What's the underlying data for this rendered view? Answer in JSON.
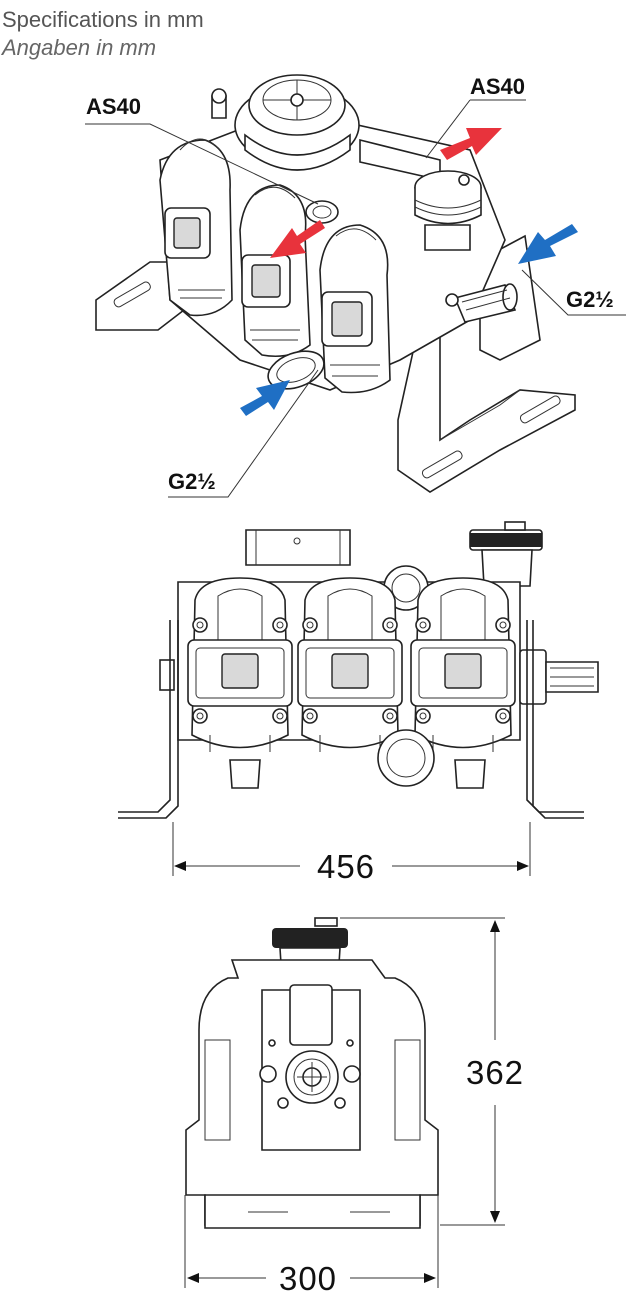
{
  "header": {
    "line1": "Specifications in mm",
    "line2": "Angaben in mm"
  },
  "callouts": {
    "outlet_left": "AS40",
    "outlet_right": "AS40",
    "inlet_right": "G2½",
    "inlet_bottom": "G2½"
  },
  "dimensions": {
    "width_front": "456",
    "height_side": "362",
    "width_side": "300"
  },
  "colors": {
    "outlet_arrow": "#e8333c",
    "inlet_arrow": "#1f6fc4",
    "line": "#222222",
    "header_text": "#555555"
  }
}
